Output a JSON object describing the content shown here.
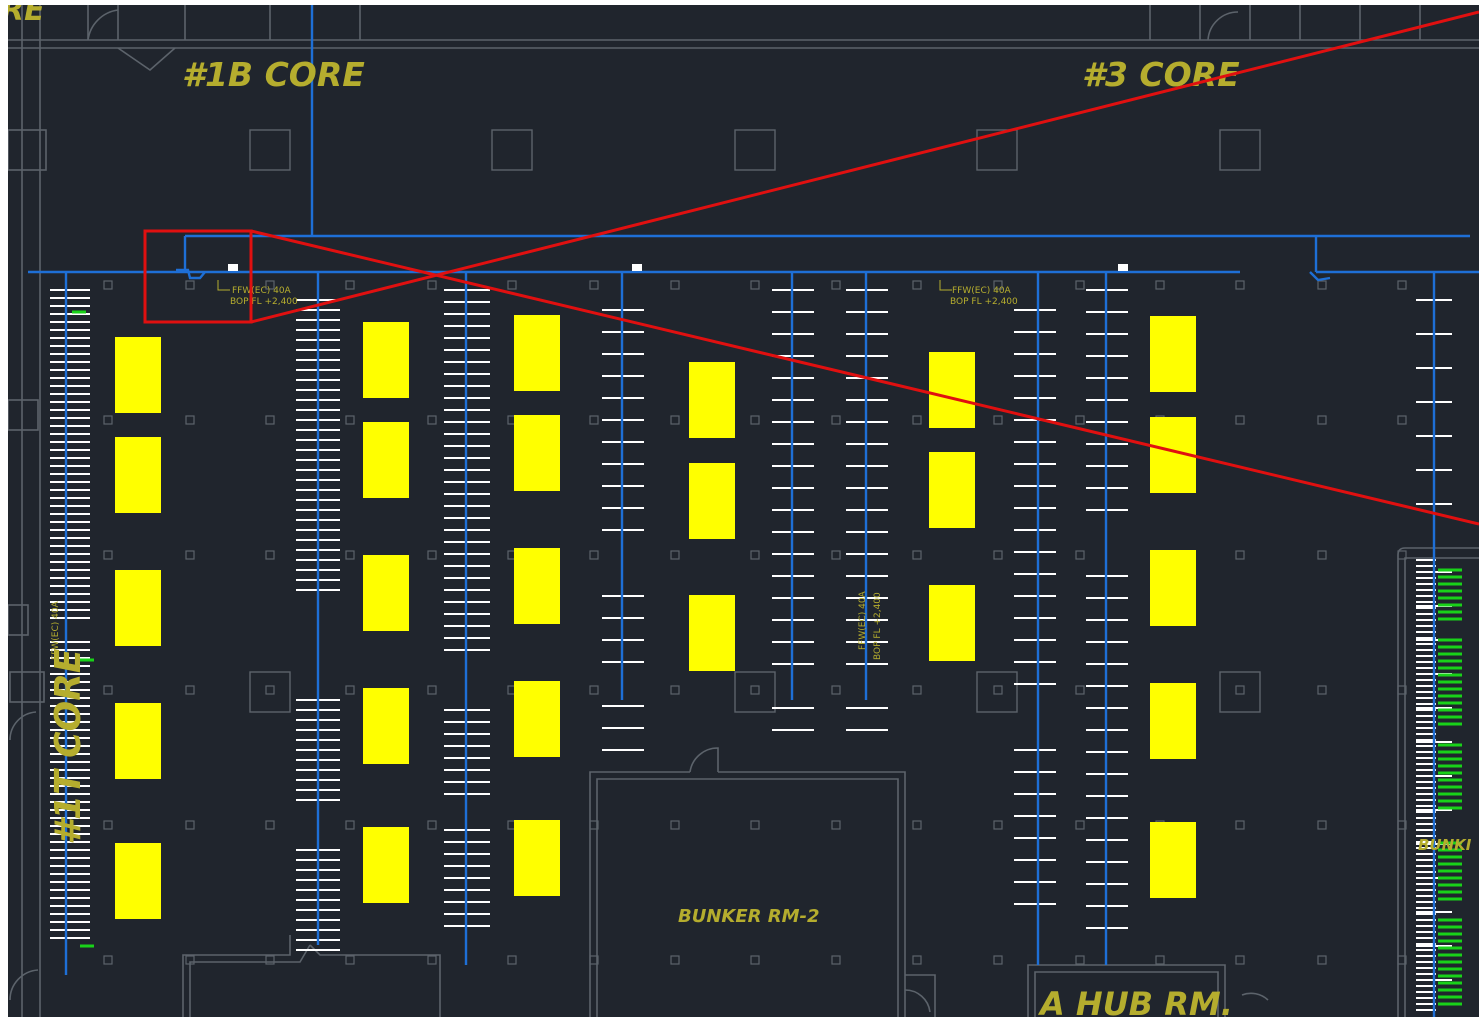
{
  "labels": {
    "core_1b": "#1B CORE",
    "core_3": "#3 CORE",
    "core_1t": "#1T CORE",
    "bunker_rm2": "BUNKER RM-2",
    "hub_rm": "A HUB RM.",
    "bunker_right": "BUNKI",
    "note_1_line1": "FFW(EC) 40A",
    "note_1_line2": "BOP FL +2,400",
    "note_2_line1": "FFW(EC) 40A",
    "note_2_line2": "BOP FL +2,400"
  },
  "colors": {
    "background": "#20252d",
    "wall": "#5c636b",
    "pipe": "#1e6fd6",
    "rack": "#ffff00",
    "label": "#b5ad2e",
    "highlight": "#e01010",
    "tick": "#ffffff",
    "active_tick": "#19d219"
  },
  "icons": [
    "valve-icon"
  ]
}
